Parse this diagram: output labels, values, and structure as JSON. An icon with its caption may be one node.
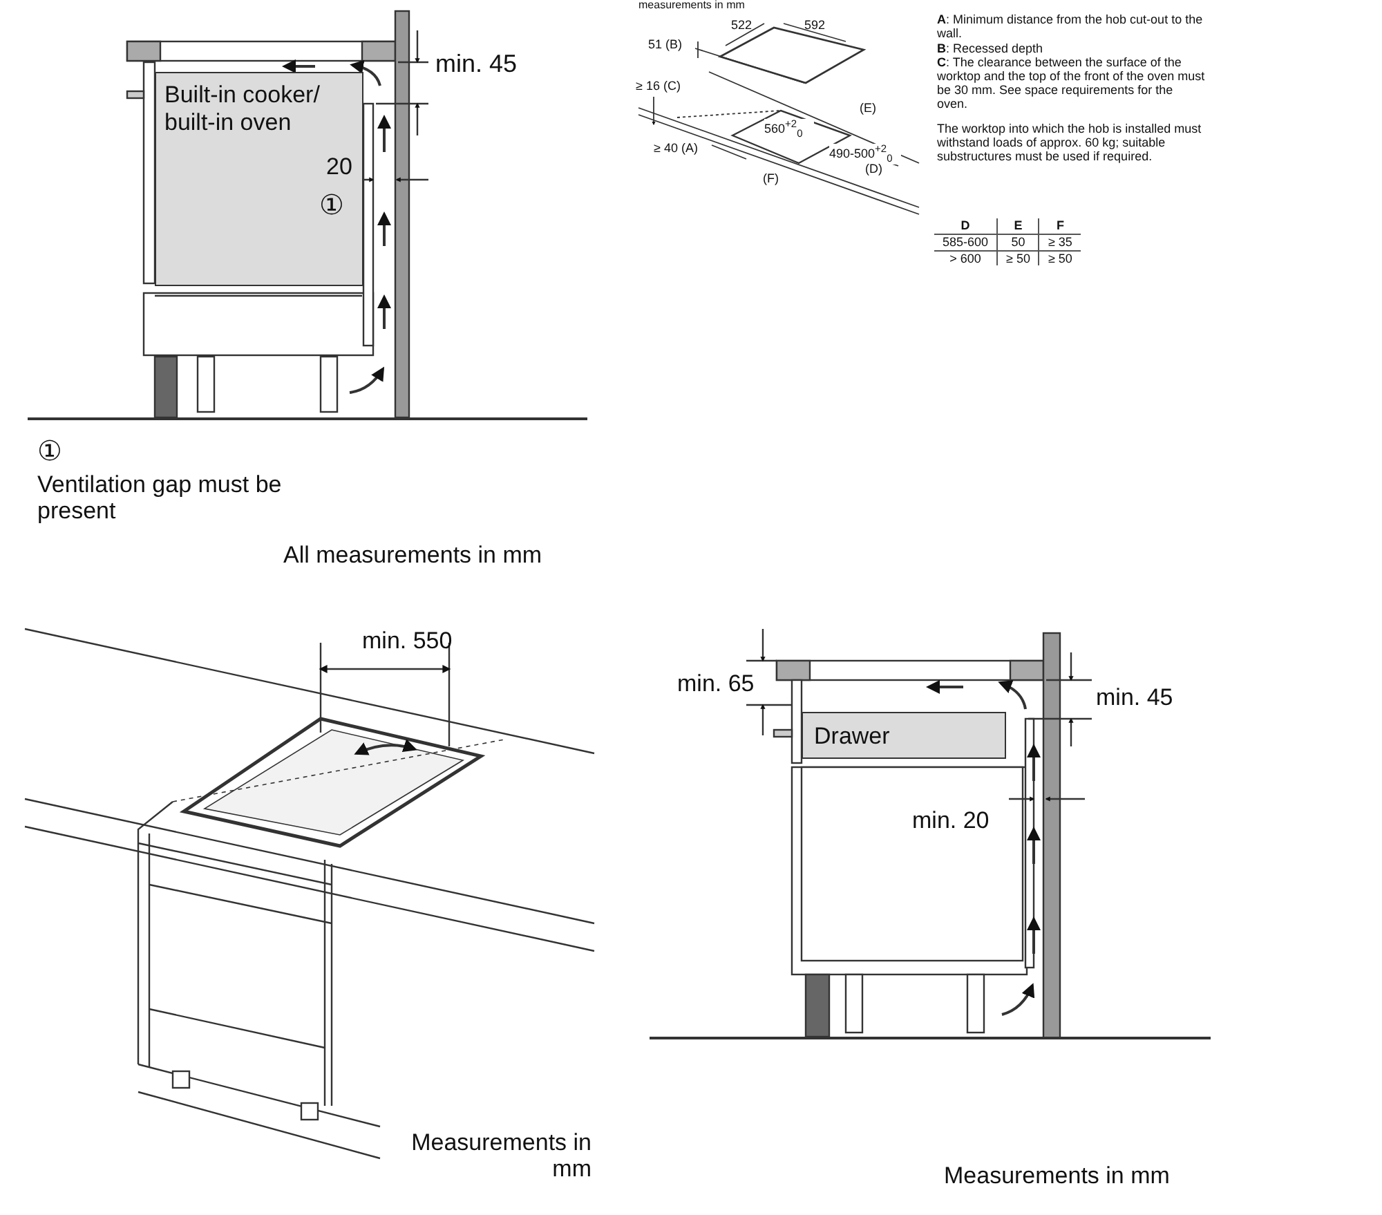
{
  "diagram": {
    "nodes": [
      {
        "text": [
          "Built-in cooker/ built-in oven"
        ]
      },
      {
        "text": [
          "Drawer"
        ]
      }
    ],
    "edges": [],
    "labels": [
      "min. 45",
      "20",
      "①",
      "①",
      "Ventilation gap must be present",
      "All measurements in mm",
      "measurements in mm",
      "522",
      "592",
      "51 (B)",
      "≥ 16 (C)",
      "(E)",
      "560$^{+2}$$_{0}$",
      "≥ 40 (A)",
      "490-500$^{+2}$$_{0}$",
      "(F)",
      "(D)",
      "**A**: Minimum distance from the hob cut-out to the wall.",
      "**B**: Recessed depth",
      "**C**: The clearance between the surface of the worktop and the top of the front of the oven must be 30 mm. See space requirements for the oven.",
      "The worktop into which the hob is installed must withstand loads of approx. 60 kg; suitable substructures must be used if required.",
      "D",
      "E",
      "F",
      "585-600",
      "50",
      "≥ 35",
      "> 600",
      "≥ 50",
      "≥ 50",
      "min. 550",
      "Measurements in mm",
      "min. 65",
      "min. 45",
      "min. 20",
      "Measurements in mm"
    ]
  }
}
